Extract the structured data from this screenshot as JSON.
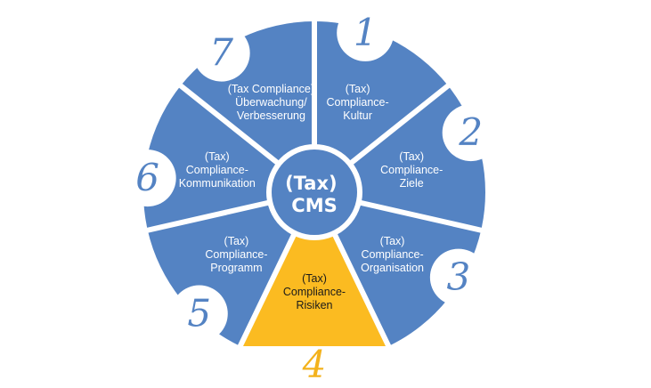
{
  "hub": {
    "line1": "(Tax)",
    "line2": "CMS"
  },
  "segments": [
    {
      "number": "1",
      "lines": [
        "(Tax)",
        "Compliance-",
        "Kultur"
      ],
      "highlighted": false
    },
    {
      "number": "2",
      "lines": [
        "(Tax)",
        "Compliance-",
        "Ziele"
      ],
      "highlighted": false
    },
    {
      "number": "3",
      "lines": [
        "(Tax)",
        "Compliance-",
        "Organisation"
      ],
      "highlighted": false
    },
    {
      "number": "4",
      "lines": [
        "(Tax)",
        "Compliance-",
        "Risiken"
      ],
      "highlighted": true
    },
    {
      "number": "5",
      "lines": [
        "(Tax)",
        "Compliance-",
        "Programm"
      ],
      "highlighted": false
    },
    {
      "number": "6",
      "lines": [
        "(Tax)",
        "Compliance-",
        "Kommunikation"
      ],
      "highlighted": false
    },
    {
      "number": "7",
      "lines": [
        "(Tax Compliance)",
        "Überwachung/",
        "Verbesserung"
      ],
      "highlighted": false
    }
  ],
  "colors": {
    "segment": "#5483C3",
    "highlight": "#FBBB21",
    "segment_text": "#ffffff",
    "highlight_text": "#1a1a1a",
    "number": "#5483C3",
    "number_highlight": "#F3B21C",
    "background": "#ffffff"
  }
}
